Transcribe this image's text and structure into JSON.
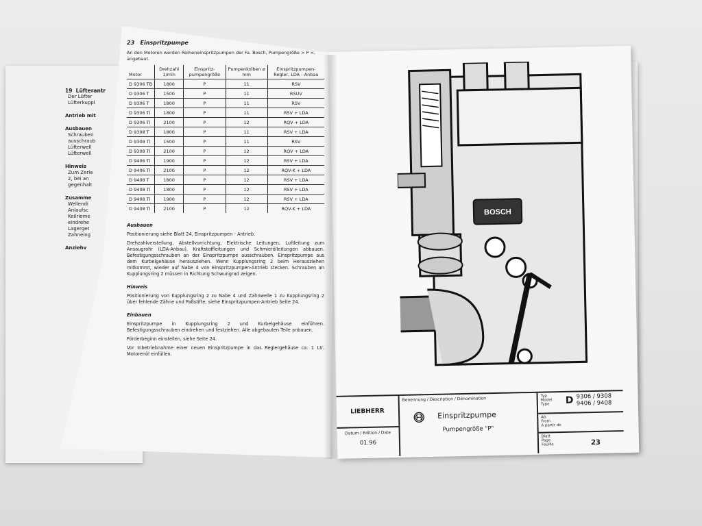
{
  "back_page": {
    "section": "19",
    "title": "Lüfterantr",
    "lines": [
      {
        "type": "text",
        "text": "Der Lüfter"
      },
      {
        "type": "text",
        "text": "Lüfterkuppl"
      },
      {
        "type": "head",
        "text": "Antrieb mit"
      },
      {
        "type": "head",
        "text": "Ausbauen"
      },
      {
        "type": "text",
        "text": "Schrauben"
      },
      {
        "type": "text",
        "text": "ausschraub"
      },
      {
        "type": "text",
        "text": "Lüfterwell"
      },
      {
        "type": "text",
        "text": "Lüfterwell"
      },
      {
        "type": "head",
        "text": "Hinweis"
      },
      {
        "type": "text",
        "text": "Zum Zerle"
      },
      {
        "type": "text",
        "text": "2, bei an"
      },
      {
        "type": "text",
        "text": "gegenhalt"
      },
      {
        "type": "head",
        "text": "Zusamme"
      },
      {
        "type": "text",
        "text": "Wellendi"
      },
      {
        "type": "text",
        "text": "Anlaufsc"
      },
      {
        "type": "text",
        "text": "Keilrieme"
      },
      {
        "type": "text",
        "text": "eindrehe"
      },
      {
        "type": "text",
        "text": "Lagerget"
      },
      {
        "type": "text",
        "text": "Zahneing"
      },
      {
        "type": "head",
        "text": "Anziehv"
      }
    ]
  },
  "left_page": {
    "section": "23",
    "title": "Einspritzpumpe",
    "intro": "An den Motoren werden Reiheneinspritzpumpen der Fa. Bosch, Pumpengröße > P <, angebaut.",
    "table": {
      "headers": [
        "Motor",
        "Drehzahl 1/min",
        "Einspritz-pumpengröße",
        "Pumpenkolben ø mm",
        "Einspritzpumpen-Regler, LDA - Anbau"
      ],
      "rows": [
        [
          "D 9306 TB",
          "1800",
          "P",
          "11",
          "RSV"
        ],
        [
          "D 9306 T",
          "1500",
          "P",
          "11",
          "RSUV"
        ],
        [
          "D 9306 T",
          "1800",
          "P",
          "11",
          "RSV"
        ],
        [
          "D 9306 TI",
          "1800",
          "P",
          "11",
          "RSV + LDA"
        ],
        [
          "D 9306 TI",
          "2100",
          "P",
          "12",
          "RQV + LDA"
        ],
        [
          "D 9308 T",
          "1800",
          "P",
          "11",
          "RSV + LDA"
        ],
        [
          "D 9308 TI",
          "1500",
          "P",
          "11",
          "RSV"
        ],
        [
          "D 9308 TI",
          "2100",
          "P",
          "12",
          "RQV + LDA"
        ],
        [
          "D 9406 TI",
          "1900",
          "P",
          "12",
          "RSV + LDA"
        ],
        [
          "D 9406 TI",
          "2100",
          "P",
          "12",
          "RQV-K + LDA"
        ],
        [
          "D 9408 T",
          "1800",
          "P",
          "12",
          "RSV + LDA"
        ],
        [
          "D 9408 TI",
          "1800",
          "P",
          "12",
          "RSV + LDA"
        ],
        [
          "D 9408 TI",
          "1900",
          "P",
          "12",
          "RSV + LDA"
        ],
        [
          "D 9408 TI",
          "2100",
          "P",
          "12",
          "RQV-K + LDA"
        ]
      ]
    },
    "ausbauen": {
      "heading": "Ausbauen",
      "p1": "Positionierung siehe Blatt 24, Einspritzpumpen - Antrieb.",
      "p2": "Drehzahlverstellung, Abstellvorrichtung, Elektrische Leitungen, Luftleitung zum Ansaugrohr (LDA-Anbau), Kraftstoffleitungen und Schmierölleitungen abbauen. Befestigungsschrauben an der Einspritzpumpe ausschrauben. Einspritzpumpe aus dem Kurbelgehäuse herausziehen. Wenn Kupplungsring 2 beim Herausziehen mitkommt, wieder auf Nabe 4 von Einspritzpumpen-Antrieb stecken. Schrauben an Kupplungsring 2 müssen in Richtung Schwungrad zeigen."
    },
    "hinweis": {
      "heading": "Hinweis",
      "p1": "Positionierung von Kupplungsring 2 zu Nabe 4 und Zahnwelle 1 zu Kupplungsring 2 über fehlende Zähne und Paßstifte, siehe Einspritzpumpen-Antrieb Seite 24."
    },
    "einbauen": {
      "heading": "Einbauen",
      "p1": "Einspritzpumpe in Kupplungsring 2 und Kurbelgehäuse einführen. Befestigungsschrauben eindrehen und festziehen. Alle abgebauten Teile anbauen.",
      "p2": "Förderbeginn einstellen, siehe Seite 24.",
      "p3": "Vor Inbetriebnahme einer neuen Einspritzpumpe in das Reglergehäuse ca. 1 Ltr. Motorenöl einfüllen."
    }
  },
  "right_page": {
    "illustration_label": "BOSCH",
    "title_block": {
      "brand": "LIEBHERR",
      "date_label": "Datum / Edition / Date",
      "date": "01.96",
      "desc_label": "Benennung / Description / Dénomination",
      "name": "Einspritzpumpe",
      "subtitle": "Pumpengröße \"P\"",
      "type_labels": [
        "Typ",
        "Model",
        "Type"
      ],
      "type_prefix": "D",
      "models_1": "9306 / 9308",
      "models_2": "9406 / 9408",
      "from_labels": [
        "Ab",
        "From",
        "A partir de"
      ],
      "page_labels": [
        "Blatt",
        "Page",
        "Feuille"
      ],
      "page": "23"
    }
  }
}
